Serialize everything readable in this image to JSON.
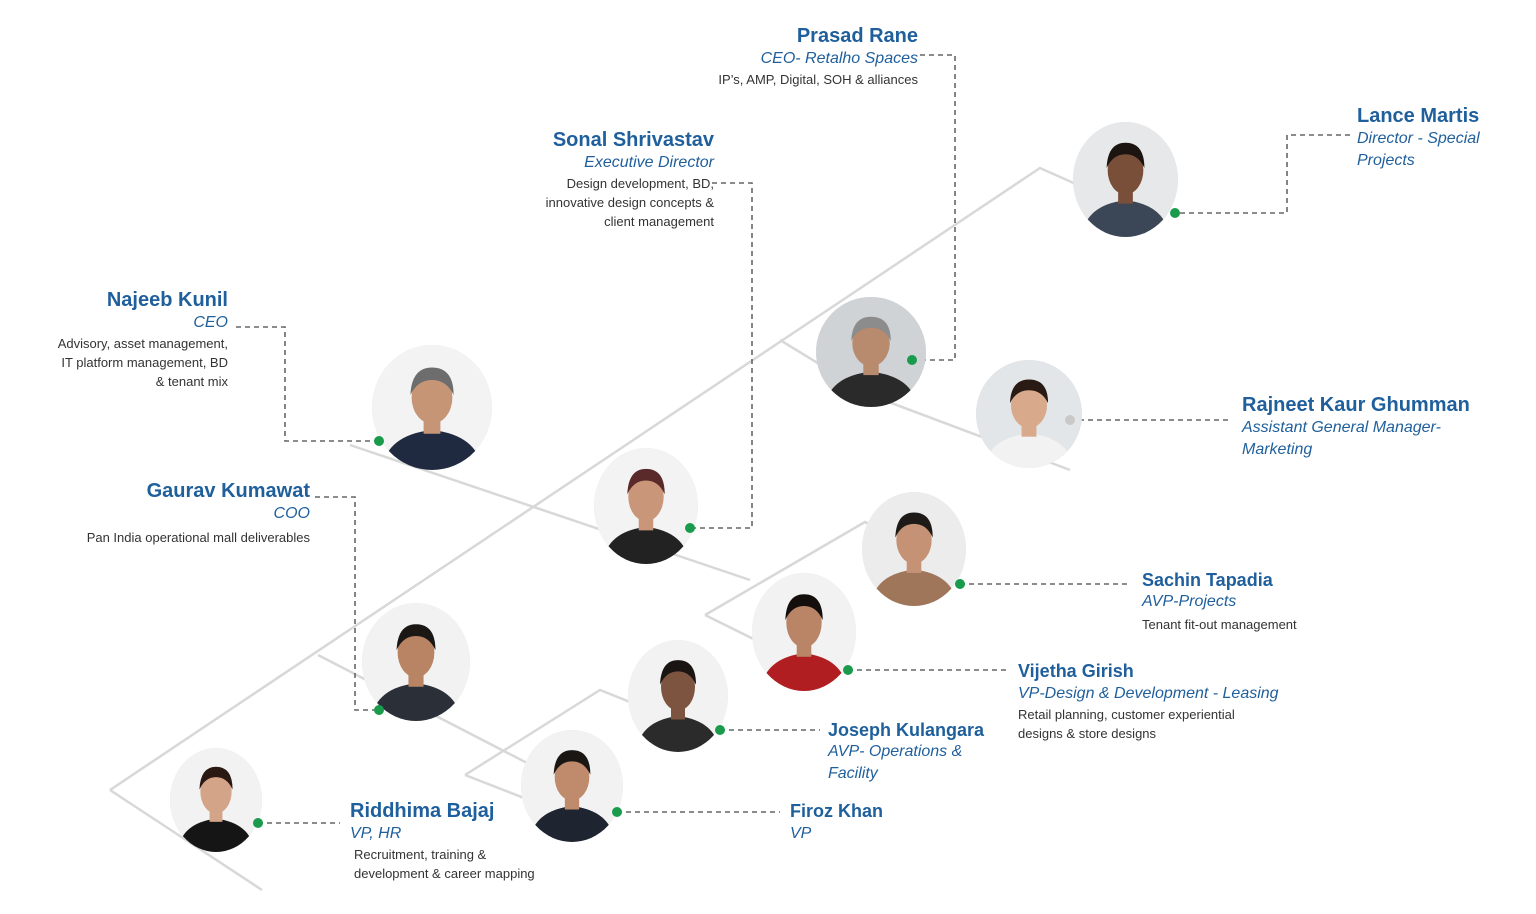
{
  "colors": {
    "accent": "#1f5f9c",
    "connector_dot": "#1a9b4b",
    "tree_line": "#d8d8d8",
    "dashed_line": "#666666"
  },
  "people": {
    "prasad": {
      "name": "Prasad Rane",
      "role": "CEO- Retalho Spaces",
      "desc": "IP’s, AMP, Digital, SOH & alliances"
    },
    "lance": {
      "name": "Lance Martis",
      "role_line1": "Director - Special",
      "role_line2": "Projects"
    },
    "sonal": {
      "name": "Sonal Shrivastav",
      "role": "Executive  Director",
      "desc_line1": "Design development, BD,",
      "desc_line2": "innovative design concepts &",
      "desc_line3": "client management"
    },
    "najeeb": {
      "name": "Najeeb Kunil",
      "role": "CEO",
      "desc_line1": "Advisory, asset management,",
      "desc_line2": "IT platform management, BD",
      "desc_line3": "& tenant mix"
    },
    "rajneet": {
      "name": "Rajneet Kaur Ghumman",
      "role_line1": "Assistant General Manager-",
      "role_line2": "Marketing"
    },
    "gaurav": {
      "name": "Gaurav Kumawat",
      "role": "COO",
      "desc": "Pan India operational mall deliverables"
    },
    "sachin": {
      "name": "Sachin Tapadia",
      "role": "AVP-Projects",
      "desc": "Tenant fit-out management"
    },
    "vijetha": {
      "name": "Vijetha Girish",
      "role": "VP-Design & Development - Leasing",
      "desc_line1": "Retail planning, customer experiential",
      "desc_line2": "designs & store designs"
    },
    "joseph": {
      "name": "Joseph Kulangara",
      "role_line1": "AVP- Operations &",
      "role_line2": "Facility"
    },
    "riddhima": {
      "name": "Riddhima Bajaj",
      "role": "VP, HR",
      "desc_line1": "Recruitment, training &",
      "desc_line2": "development & career mapping"
    },
    "firoz": {
      "name": "Firoz Khan",
      "role": "VP"
    }
  },
  "photos": [
    {
      "id": "lance",
      "skin": "#7a4f3a",
      "hair": "#1c1410",
      "cloth": "#3b4656",
      "bg": "#e6e8ea"
    },
    {
      "id": "prasad",
      "skin": "#b88a6e",
      "hair": "#8c8c8c",
      "cloth": "#2a2a2a",
      "bg": "#cfd3d6"
    },
    {
      "id": "rajneet",
      "skin": "#d8a98a",
      "hair": "#2a1a14",
      "cloth": "#f2f2f2",
      "bg": "#e3e6e8"
    },
    {
      "id": "najeeb",
      "skin": "#c59576",
      "hair": "#6d6d6d",
      "cloth": "#1f2a40",
      "bg": "#f3f3f3"
    },
    {
      "id": "sonal",
      "skin": "#c9967a",
      "hair": "#5a2a2a",
      "cloth": "#222222",
      "bg": "#f3f3f3"
    },
    {
      "id": "sachin",
      "skin": "#c59276",
      "hair": "#1e1a18",
      "cloth": "#a0765a",
      "bg": "#ececec"
    },
    {
      "id": "vijetha",
      "skin": "#b98566",
      "hair": "#140f0d",
      "cloth": "#b01e22",
      "bg": "#f2f2f2"
    },
    {
      "id": "gaurav",
      "skin": "#b88463",
      "hair": "#1a1715",
      "cloth": "#2a2f38",
      "bg": "#f2f2f2"
    },
    {
      "id": "joseph",
      "skin": "#7d5440",
      "hair": "#1a1412",
      "cloth": "#2b2b2b",
      "bg": "#f2f2f2"
    },
    {
      "id": "firoz",
      "skin": "#c08a6c",
      "hair": "#1a1614",
      "cloth": "#1e2430",
      "bg": "#f2f2f2"
    },
    {
      "id": "riddhima",
      "skin": "#d4a488",
      "hair": "#2a1812",
      "cloth": "#151515",
      "bg": "#f2f2f2"
    }
  ]
}
